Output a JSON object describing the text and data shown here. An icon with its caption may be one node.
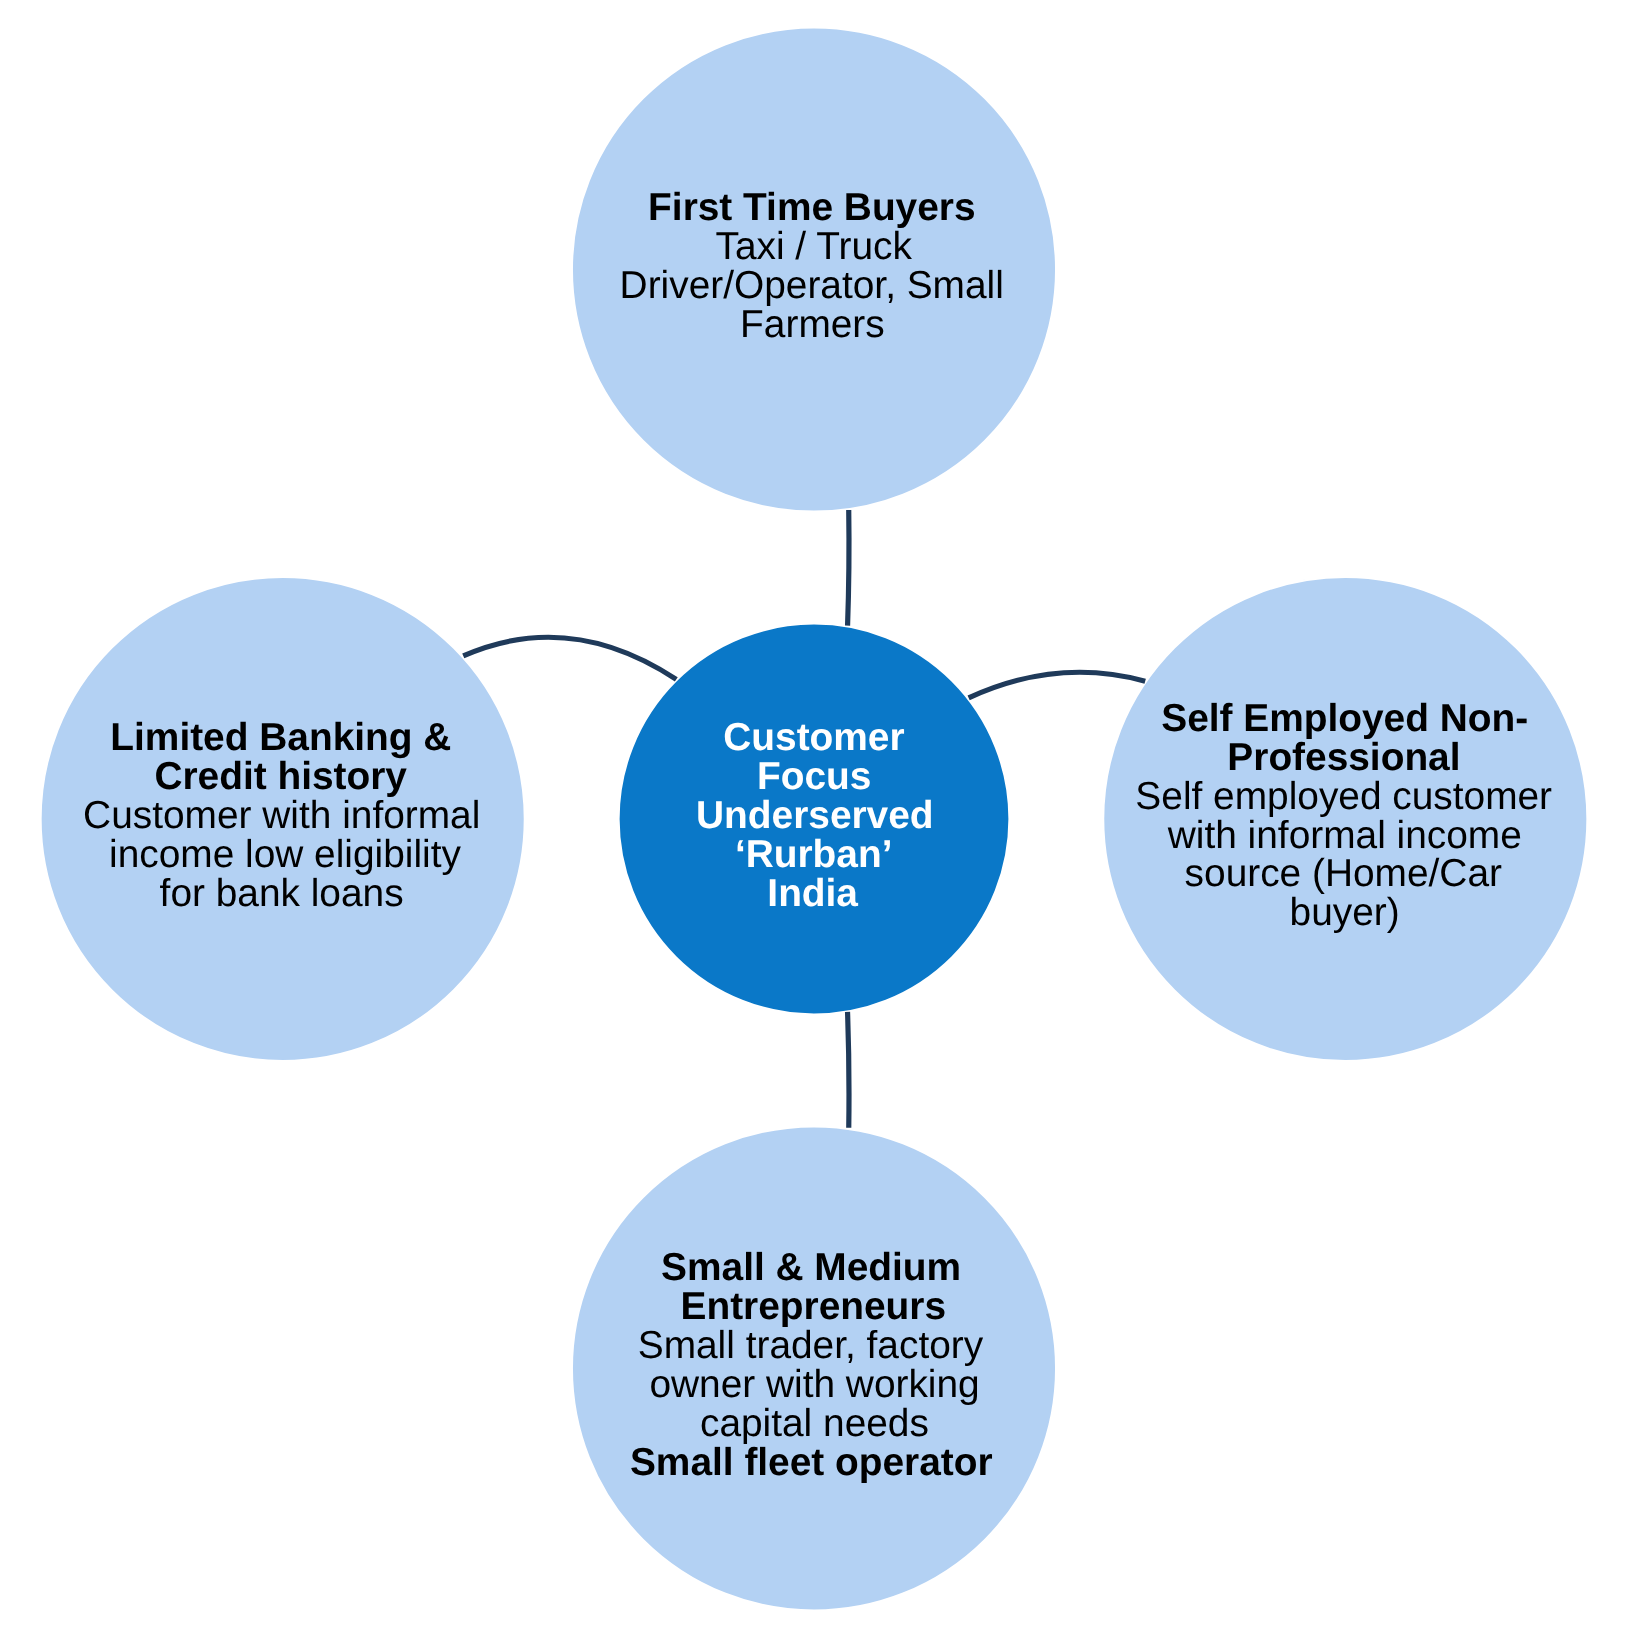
{
  "diagram": {
    "nodes": [
      {
        "text": [
          "First Time Buyers",
          "Taxi / Truck Driver/Operator, Small Farmers"
        ]
      },
      {
        "text": [
          "Limited Banking & Credit history",
          "Customer with informal income low eligibility for bank loans"
        ]
      },
      {
        "text": [
          "Customer Focus Underserved ‘Rurban’ India"
        ]
      },
      {
        "text": [
          "Self Employed Non-Professional",
          "Self employed customer with informal income source (Home/Car buyer)"
        ]
      },
      {
        "text": [
          "Small & Medium Entrepreneurs",
          "Small trader, factory owner with working capital needs",
          "Small fleet operator"
        ]
      }
    ],
    "edges": [
      {
        "from": 2,
        "to": 0,
        "arrow": "none"
      },
      {
        "from": 2,
        "to": 1,
        "arrow": "none"
      },
      {
        "from": 2,
        "to": 3,
        "arrow": "none"
      },
      {
        "from": 2,
        "to": 4,
        "arrow": "none"
      }
    ]
  }
}
